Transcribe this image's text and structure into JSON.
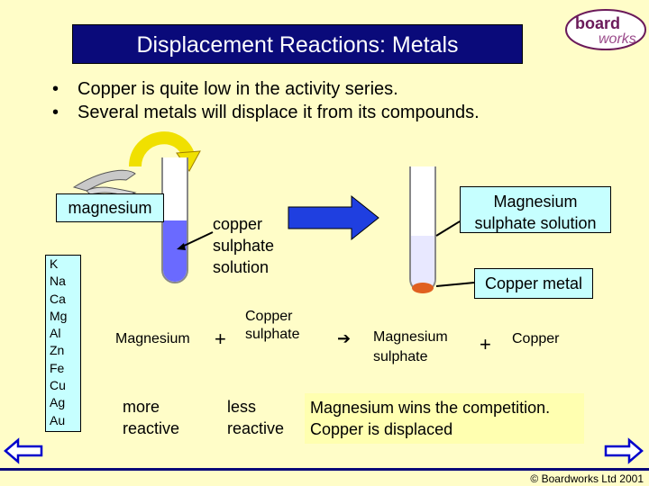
{
  "title": "Displacement  Reactions: Metals",
  "logo": {
    "line1": "board",
    "line2": "works"
  },
  "bullets": [
    "Copper is quite low in the activity series.",
    "Several metals will displace it from its compounds."
  ],
  "labels": {
    "magnesium": "magnesium",
    "copper_sulphate_solution": [
      "copper",
      "sulphate",
      "solution"
    ],
    "magnesium_sulphate_solution": [
      "Magnesium",
      "sulphate solution"
    ],
    "copper_metal": "Copper metal"
  },
  "activity_series": [
    "K",
    "Na",
    "Ca",
    "Mg",
    "Al",
    "Zn",
    "Fe",
    "Cu",
    "Ag",
    "Au"
  ],
  "equation": {
    "reactant1": "Magnesium",
    "plus1": "+",
    "reactant2": [
      "Copper",
      "sulphate"
    ],
    "arrow": "➔",
    "product1": [
      "Magnesium",
      "sulphate"
    ],
    "plus2": "+",
    "product2": "Copper"
  },
  "reactivity": {
    "more": [
      "more",
      "reactive"
    ],
    "less": [
      "less",
      "reactive"
    ]
  },
  "conclusion": [
    "Magnesium wins the competition.",
    "Copper is displaced"
  ],
  "copyright": "© Boardworks Ltd 2001",
  "colors": {
    "title_bg": "#0a0a7a",
    "page_bg": "#fffdc8",
    "label_box": "#c6ffff",
    "arrow_blue": "#1f3fe0",
    "nav_arrow": "#0000cc"
  }
}
